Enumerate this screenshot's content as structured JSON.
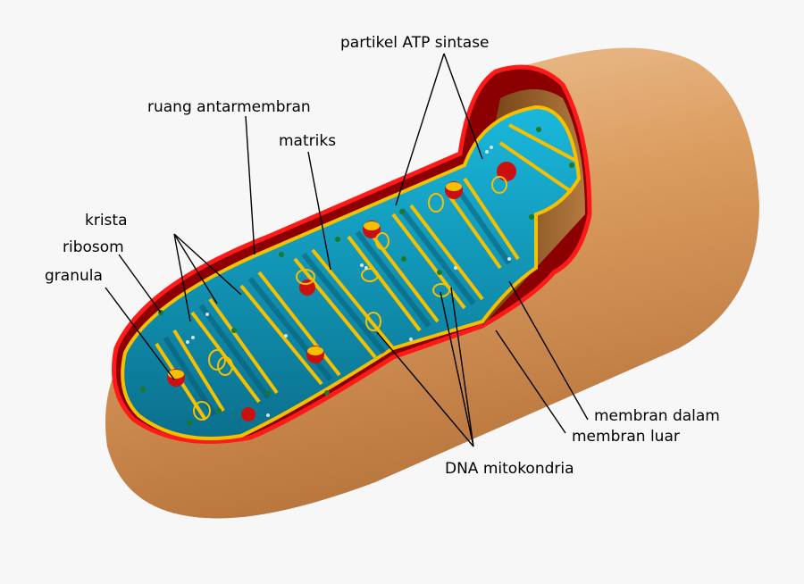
{
  "labels": {
    "atp_synthase": "partikel ATP sintase",
    "intermembrane_space": "ruang antarmembran",
    "matrix": "matriks",
    "cristae": "krista",
    "ribosome": "ribosom",
    "granule": "granula",
    "inner_membrane": "membran dalam",
    "outer_membrane": "membran luar",
    "mitochondrial_dna": "DNA mitokondria"
  },
  "colors": {
    "background": "#f7f7f7",
    "outer_body": "#d99a5c",
    "outer_membrane_edge": "#ff1a1a",
    "intermembrane": "#8b0000",
    "matrix": "#0fa0c8",
    "inner_membrane": "#f5c000",
    "ribosome": "#1a7a2a",
    "granule": "#cc1010"
  }
}
